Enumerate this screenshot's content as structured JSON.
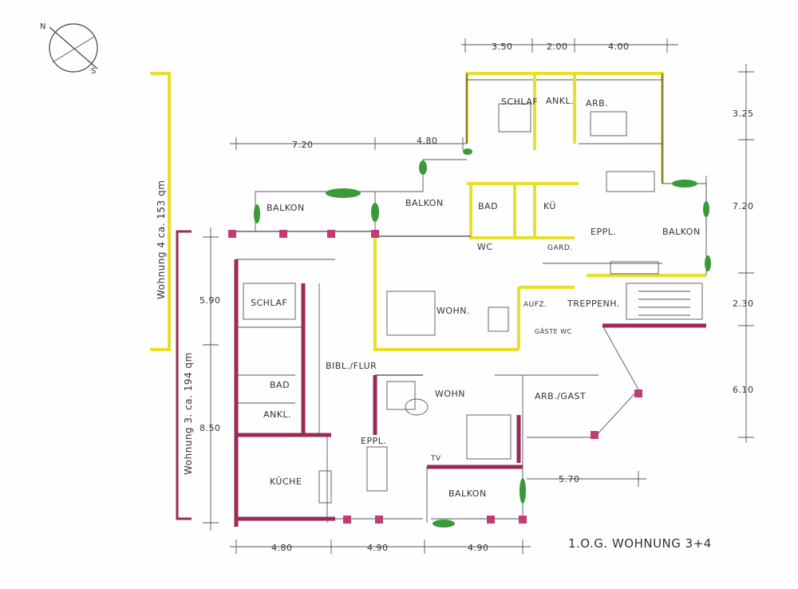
{
  "colors": {
    "apartment_4": "#e8df2a",
    "apartment_3": "#9a2a5a",
    "plants": "#3a9a3a",
    "ink": "#333333"
  },
  "compass": {
    "north": "N",
    "south": "S"
  },
  "apartments": {
    "w4": {
      "label": "Wohnung 4  ca. 153 qm"
    },
    "w3": {
      "label": "Wohnung 3. ca. 194 qm"
    }
  },
  "dimensions": {
    "top": [
      "3.50",
      "2.00",
      "4.00"
    ],
    "upper_left": [
      "7.20",
      "4.80"
    ],
    "right": [
      "3.25",
      "7.20",
      "2.30",
      "6.10"
    ],
    "left": [
      "5.90",
      "8.50"
    ],
    "bottom": [
      "4.80",
      "4.90",
      "4.90"
    ],
    "mid": "5.70"
  },
  "rooms": {
    "schlaf_top": "SCHLAF",
    "ankl_top": "ANKL.",
    "arb_top": "ARB.",
    "bad_top": "BAD",
    "ku_top": "KÜ",
    "eppl_top": "EPPL.",
    "balkon_left": "BALKON",
    "balkon_mid": "BALKON",
    "balkon_right": "BALKON",
    "wc": "WC",
    "gard": "GARD.",
    "wohn_top": "WOHN.",
    "aufz": "AUFZ.",
    "treppenh": "TREPPENH.",
    "gaeste_wc": "GÄSTE WC",
    "schlaf_left": "SCHLAF",
    "bibl_flur": "BIBL./FLUR",
    "bad_left": "BAD",
    "ankl_left": "ANKL.",
    "wohn_bottom": "WOHN",
    "arb_gast": "ARB./GAST",
    "eppl_bottom": "EPPL.",
    "tv": "TV",
    "kueche": "KÜCHE",
    "balkon_bottom": "BALKON"
  },
  "caption": "1.O.G. WOHNUNG 3+4"
}
